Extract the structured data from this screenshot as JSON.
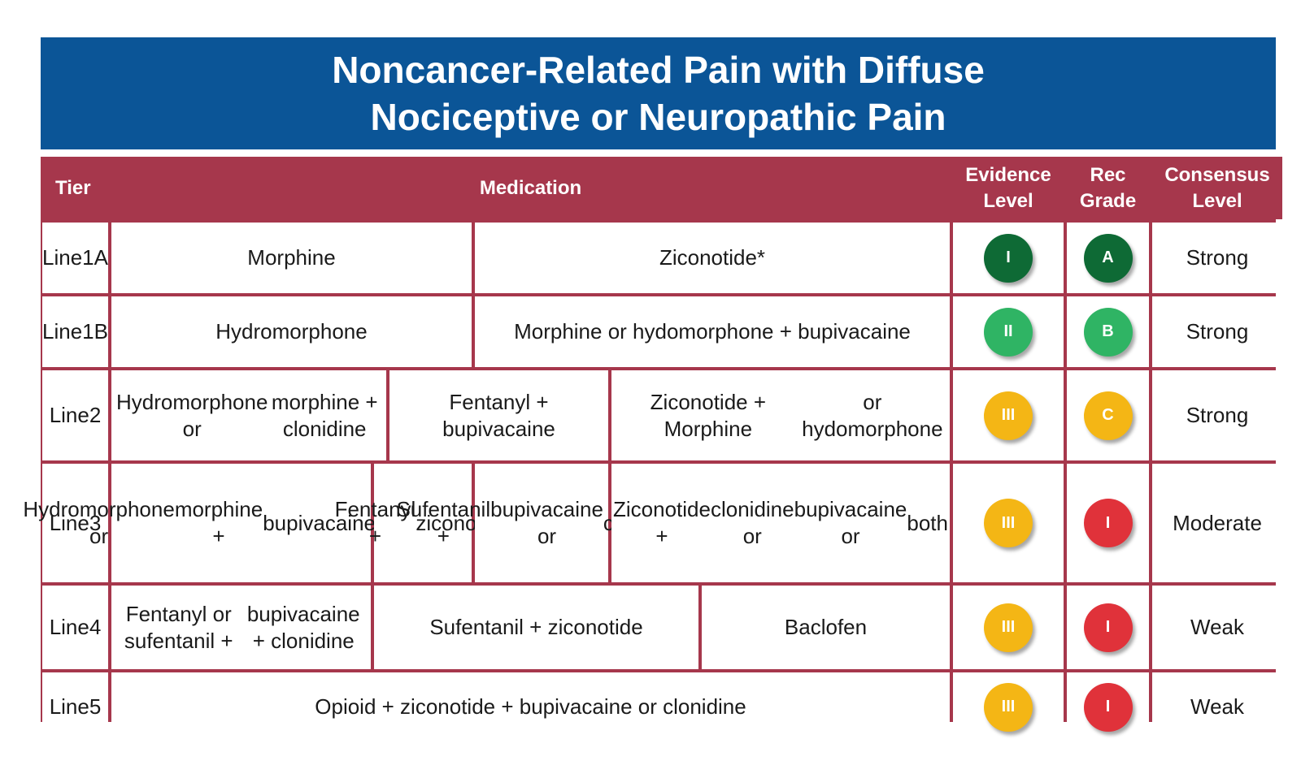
{
  "title": {
    "line1": "Noncancer-Related Pain with Diffuse",
    "line2": "Nociceptive or Neuropathic Pain"
  },
  "headers": {
    "tier": "Tier",
    "medication": "Medication",
    "evidence_level": "Evidence Level",
    "rec_grade": "Rec Grade",
    "consensus_level": "Consensus Level"
  },
  "colors": {
    "title_bg": "#0b5597",
    "table_border": "#a6374c",
    "level_I": "#0e6a35",
    "level_II": "#2fb464",
    "level_III": "#f4b615",
    "grade_A": "#0e6a35",
    "grade_B": "#2fb464",
    "grade_C": "#f4b615",
    "grade_I": "#e0323a"
  },
  "rows": [
    {
      "tier": [
        "Line",
        "1A"
      ],
      "medications": [
        [
          "Morphine"
        ],
        [
          "Ziconotide*"
        ]
      ],
      "evidence_level": "I",
      "evidence_color": "#0e6a35",
      "rec_grade": "A",
      "rec_color": "#0e6a35",
      "consensus": "Strong"
    },
    {
      "tier": [
        "Line",
        "1B"
      ],
      "medications": [
        [
          "Hydromorphone"
        ],
        [
          "Morphine or hydomorphone + bupivacaine"
        ]
      ],
      "evidence_level": "II",
      "evidence_color": "#2fb464",
      "rec_grade": "B",
      "rec_color": "#2fb464",
      "consensus": "Strong"
    },
    {
      "tier": [
        "Line",
        "2"
      ],
      "medications": [
        [
          "Hydromorphone or",
          "morphine + clonidine"
        ],
        [
          "Fentanyl + bupivacaine"
        ],
        [
          "Ziconotide + Morphine",
          "or hydomorphone"
        ]
      ],
      "evidence_level": "III",
      "evidence_color": "#f4b615",
      "rec_grade": "C",
      "rec_color": "#f4b615",
      "consensus": "Strong"
    },
    {
      "tier": [
        "Line",
        "3"
      ],
      "medications": [
        [
          "Hydromorphone or",
          "morphine  +",
          "bupivacaine",
          "+ clonidine"
        ],
        [
          "Fentanyl +",
          "ziconotide"
        ],
        [
          "Sufentanil  +",
          "bupivacaine or",
          "clonidine"
        ],
        [
          "Ziconotide +",
          "clonidine or",
          "bupivacaine or",
          "both"
        ]
      ],
      "evidence_level": "III",
      "evidence_color": "#f4b615",
      "rec_grade": "I",
      "rec_color": "#e0323a",
      "consensus": "Moderate"
    },
    {
      "tier": [
        "Line",
        "4"
      ],
      "medications": [
        [
          "Fentanyl or sufentanil +",
          "bupivacaine + clonidine"
        ],
        [
          "Sufentanil + ziconotide"
        ],
        [
          "Baclofen"
        ]
      ],
      "evidence_level": "III",
      "evidence_color": "#f4b615",
      "rec_grade": "I",
      "rec_color": "#e0323a",
      "consensus": "Weak"
    },
    {
      "tier": [
        "Line",
        "5"
      ],
      "medications": [
        [
          "Opioid + ziconotide + bupivacaine or clonidine"
        ]
      ],
      "evidence_level": "III",
      "evidence_color": "#f4b615",
      "rec_grade": "I",
      "rec_color": "#e0323a",
      "consensus": "Weak"
    }
  ]
}
